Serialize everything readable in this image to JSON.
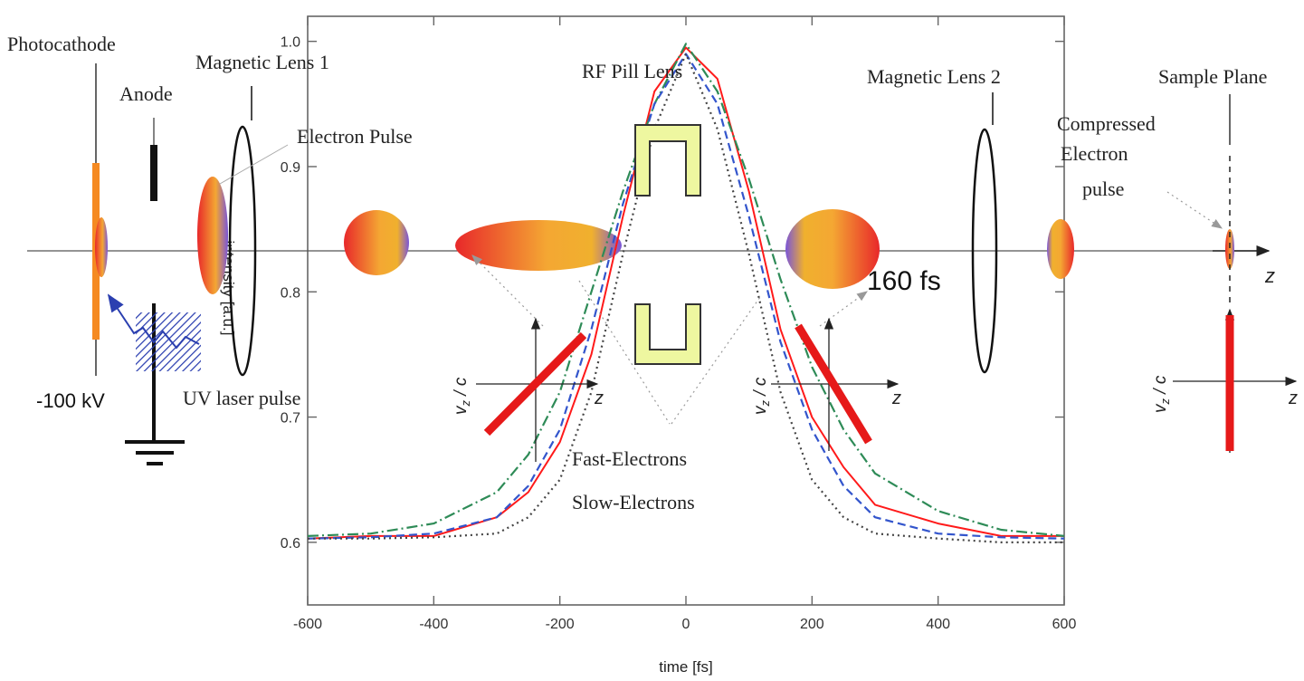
{
  "labels": {
    "photocathode": "Photocathode",
    "anode": "Anode",
    "magnetic_lens_1": "Magnetic Lens 1",
    "electron_pulse": "Electron Pulse",
    "rf_pill_lens": "RF Pill Lens",
    "magnetic_lens_2": "Magnetic Lens 2",
    "sample_plane": "Sample Plane",
    "compressed_1": "Compressed",
    "compressed_2": "Electron",
    "compressed_3": "pulse",
    "voltage": "-100 kV",
    "uv_laser": "UV laser pulse",
    "fast_electrons": "Fast-Electrons",
    "slow_electrons": "Slow-Electrons",
    "duration": "160 fs",
    "z_axis": "z",
    "vz_c": "v",
    "vz_sub": "z",
    "vz_rest": " / c"
  },
  "colors": {
    "plot_frame": "#666666",
    "red_curve": "#ff1a1a",
    "green_curve": "#2e8b57",
    "blue_curve": "#3355cc",
    "dotted_curve": "#444444",
    "lens_fill": "#eef7a0",
    "phase_bar": "#e61919",
    "laser": "#2b3fb0"
  },
  "chart_data": {
    "type": "line",
    "xlabel": "time [fs]",
    "ylabel": "intensity [a.u.]",
    "xlim": [
      -600,
      600
    ],
    "ylim": [
      0.55,
      1.02
    ],
    "xticks": [
      -600,
      -400,
      -200,
      0,
      200,
      400,
      600
    ],
    "yticks": [
      0.6,
      0.7,
      0.8,
      0.9,
      1.0
    ],
    "x": [
      -600,
      -500,
      -400,
      -300,
      -250,
      -200,
      -150,
      -100,
      -50,
      0,
      50,
      100,
      150,
      200,
      250,
      300,
      400,
      500,
      600
    ],
    "series": [
      {
        "name": "red",
        "style": "solid",
        "values": [
          0.603,
          0.605,
          0.605,
          0.62,
          0.64,
          0.68,
          0.75,
          0.86,
          0.96,
          0.995,
          0.97,
          0.88,
          0.77,
          0.7,
          0.66,
          0.63,
          0.615,
          0.605,
          0.605
        ]
      },
      {
        "name": "green",
        "style": "dash-dot",
        "values": [
          0.605,
          0.607,
          0.615,
          0.64,
          0.67,
          0.72,
          0.8,
          0.88,
          0.95,
          0.998,
          0.96,
          0.89,
          0.81,
          0.74,
          0.69,
          0.655,
          0.625,
          0.61,
          0.605
        ]
      },
      {
        "name": "blue",
        "style": "dashed",
        "values": [
          0.603,
          0.604,
          0.607,
          0.62,
          0.645,
          0.69,
          0.77,
          0.87,
          0.95,
          0.99,
          0.95,
          0.86,
          0.76,
          0.69,
          0.645,
          0.62,
          0.607,
          0.604,
          0.603
        ]
      },
      {
        "name": "dotted",
        "style": "dotted",
        "values": [
          0.603,
          0.603,
          0.604,
          0.607,
          0.62,
          0.65,
          0.72,
          0.83,
          0.93,
          0.99,
          0.93,
          0.83,
          0.72,
          0.65,
          0.62,
          0.607,
          0.603,
          0.6,
          0.6
        ]
      }
    ]
  }
}
